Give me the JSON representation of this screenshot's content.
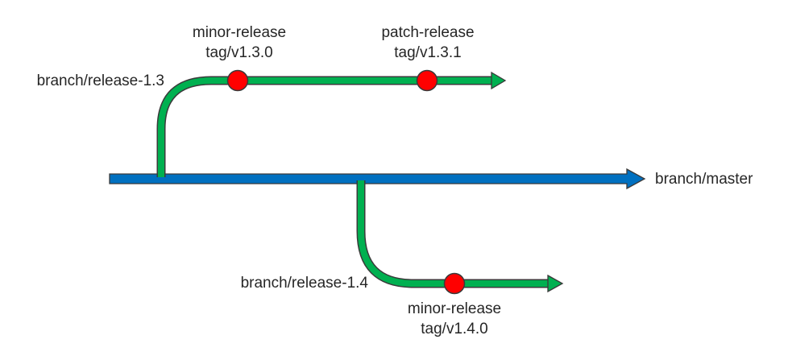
{
  "diagram": {
    "kind": "git-branching-strategy",
    "background": "#ffffff",
    "colors": {
      "master_blue": "#0070C0",
      "release_green": "#00B050",
      "commit_red": "#FF0000",
      "outline_dark": "#3a3a3a",
      "text": "#262626"
    },
    "branches": [
      {
        "name": "master",
        "label": "branch/master",
        "color": "#0070C0"
      },
      {
        "name": "release-1.3",
        "label": "branch/release-1.3",
        "color": "#00B050"
      },
      {
        "name": "release-1.4",
        "label": "branch/release-1.4",
        "color": "#00B050"
      }
    ],
    "tags": [
      {
        "branch": "release-1.3",
        "line1": "minor-release",
        "line2": "tag/v1.3.0",
        "color": "#FF0000"
      },
      {
        "branch": "release-1.3",
        "line1": "patch-release",
        "line2": "tag/v1.3.1",
        "color": "#FF0000"
      },
      {
        "branch": "release-1.4",
        "line1": "minor-release",
        "line2": "tag/v1.4.0",
        "color": "#FF0000"
      }
    ]
  }
}
